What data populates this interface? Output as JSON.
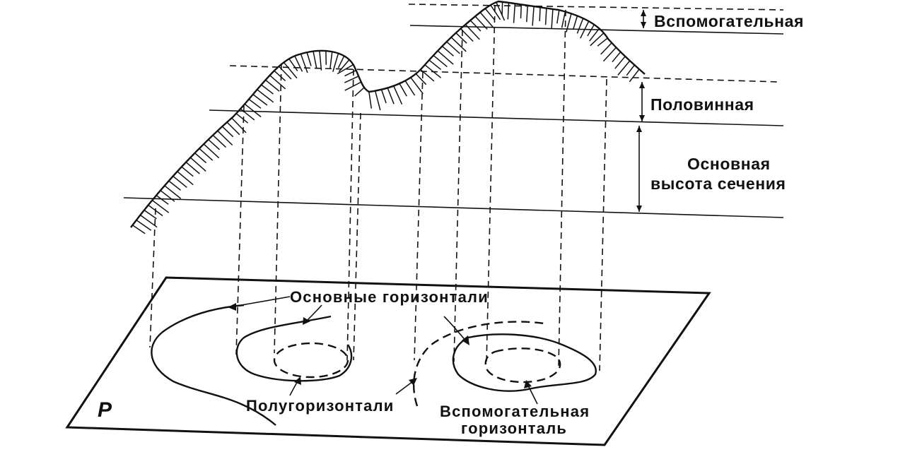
{
  "labels": {
    "auxiliary": "Вспомогательная",
    "half": "Половинная",
    "main_line1": "Основная",
    "main_line2": "высота сечения",
    "main_contours": "Основные горизонтали",
    "half_contours": "Полугоризонтали",
    "aux_contour_line1": "Вспомогательная",
    "aux_contour_line2": "горизонталь",
    "plane": "P"
  },
  "colors": {
    "ink": "#111111",
    "background": "#ffffff"
  }
}
